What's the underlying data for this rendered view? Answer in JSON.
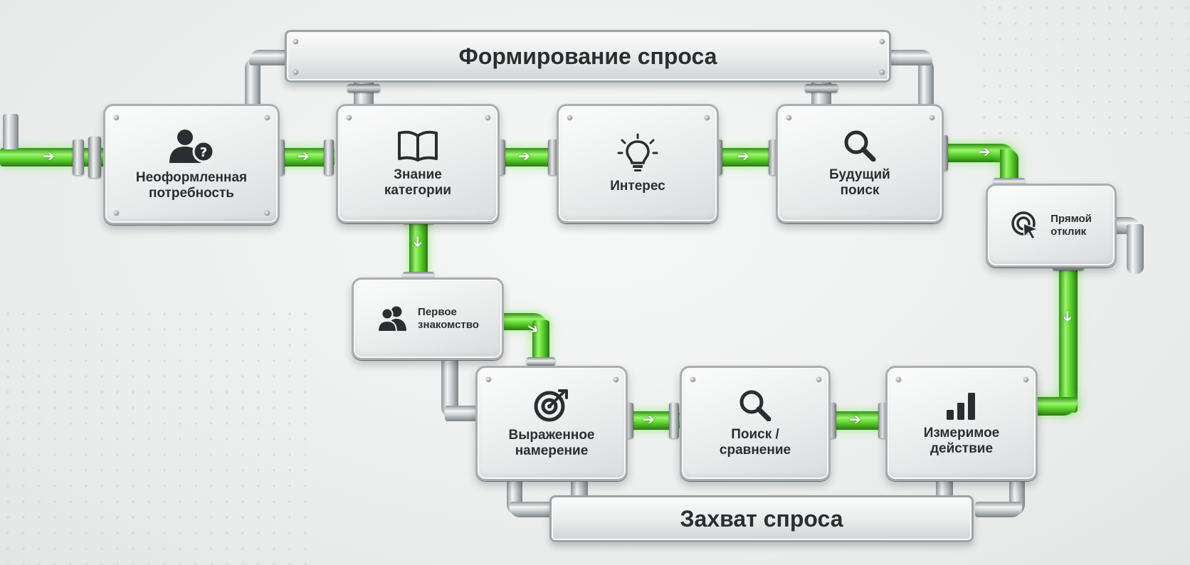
{
  "banners": {
    "top": "Формирование спроса",
    "bottom": "Захват спроса"
  },
  "nodes": [
    {
      "id": "neoform",
      "label": "Неоформленная\nпотребность",
      "icon": "user-question-icon"
    },
    {
      "id": "znanie",
      "label": "Знание\nкатегории",
      "icon": "book-icon"
    },
    {
      "id": "interes",
      "label": "Интерес",
      "icon": "lightbulb-icon"
    },
    {
      "id": "budush",
      "label": "Будущий\nпоиск",
      "icon": "search-icon"
    },
    {
      "id": "pryamoy",
      "label": "Прямой\nотклик",
      "icon": "cursor-click-icon"
    },
    {
      "id": "pervoe",
      "label": "Первое\nзнакомство",
      "icon": "users-icon"
    },
    {
      "id": "vyrazh",
      "label": "Выраженное\nнамерение",
      "icon": "target-icon"
    },
    {
      "id": "poisk",
      "label": "Поиск /\nсравнение",
      "icon": "search-icon"
    },
    {
      "id": "izmer",
      "label": "Измеримое\nдействие",
      "icon": "bar-chart-icon"
    }
  ],
  "colors": {
    "flow": "#5fd62f",
    "steel": "#a9aeb1",
    "text": "#2b2e30"
  }
}
